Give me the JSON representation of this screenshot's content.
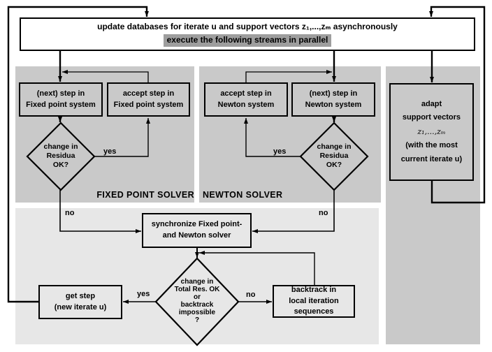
{
  "colors": {
    "panel_gray": "#c9c9c9",
    "lower_panel_gray": "#e7e7e7",
    "highlight_gray": "#9e9e9e",
    "line_black": "#000000"
  },
  "top_box": {
    "line1": "update databases for iterate u and support vectors z₁,...,zₘ asynchronously",
    "line2": "execute the following streams in parallel"
  },
  "panels": {
    "fixed_point_label": "FIXED POINT SOLVER",
    "newton_label": "NEWTON SOLVER"
  },
  "boxes": {
    "next_fixed": {
      "lines": [
        "(next) step in",
        "Fixed point system"
      ]
    },
    "accept_fixed": {
      "lines": [
        "accept step in",
        "Fixed point system"
      ]
    },
    "accept_newton": {
      "lines": [
        "accept step in",
        "Newton system"
      ]
    },
    "next_newton": {
      "lines": [
        "(next) step in",
        "Newton system"
      ]
    },
    "adapt": {
      "lines": [
        "adapt",
        "support vectors",
        "z₁,...,zₘ",
        "(with the most",
        "current iterate u)"
      ]
    },
    "synchronize": {
      "lines": [
        "synchronize Fixed point-",
        "and Newton solver"
      ]
    },
    "get_step": {
      "lines": [
        "get step",
        "(new iterate u)"
      ]
    },
    "backtrack": {
      "lines": [
        "backtrack in",
        "local iteration",
        "sequences"
      ]
    }
  },
  "diamonds": {
    "residua_fixed": {
      "lines": [
        "change in",
        "Residua",
        "OK?"
      ]
    },
    "residua_newton": {
      "lines": [
        "change in",
        "Residua",
        "OK?"
      ]
    },
    "total_res": {
      "lines": [
        "change in",
        "Total Res. OK",
        "or",
        "backtrack",
        "impossible",
        "?"
      ]
    }
  },
  "edge_labels": {
    "yes_fixed": "yes",
    "no_fixed": "no",
    "yes_newton": "yes",
    "no_newton": "no",
    "yes_total": "yes",
    "no_total": "no"
  }
}
